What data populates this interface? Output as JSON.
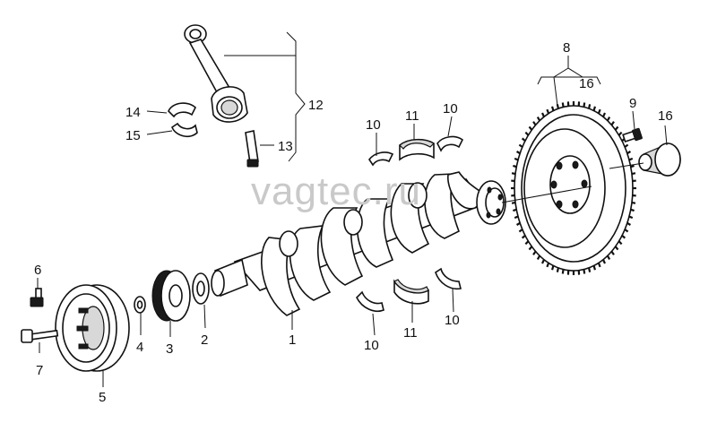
{
  "watermark": "vagtec.ru",
  "callouts": [
    {
      "id": "c1",
      "text": "1"
    },
    {
      "id": "c2",
      "text": "2"
    },
    {
      "id": "c3",
      "text": "3"
    },
    {
      "id": "c4",
      "text": "4"
    },
    {
      "id": "c5",
      "text": "5"
    },
    {
      "id": "c6",
      "text": "6"
    },
    {
      "id": "c7",
      "text": "7"
    },
    {
      "id": "c8",
      "text": "8"
    },
    {
      "id": "c9",
      "text": "9"
    },
    {
      "id": "c10a",
      "text": "10"
    },
    {
      "id": "c10b",
      "text": "10"
    },
    {
      "id": "c10c",
      "text": "10"
    },
    {
      "id": "c10d",
      "text": "10"
    },
    {
      "id": "c11a",
      "text": "11"
    },
    {
      "id": "c11b",
      "text": "11"
    },
    {
      "id": "c12",
      "text": "12"
    },
    {
      "id": "c13",
      "text": "13"
    },
    {
      "id": "c14",
      "text": "14"
    },
    {
      "id": "c15",
      "text": "15"
    },
    {
      "id": "c16a",
      "text": "16"
    },
    {
      "id": "c16b",
      "text": "16"
    }
  ]
}
